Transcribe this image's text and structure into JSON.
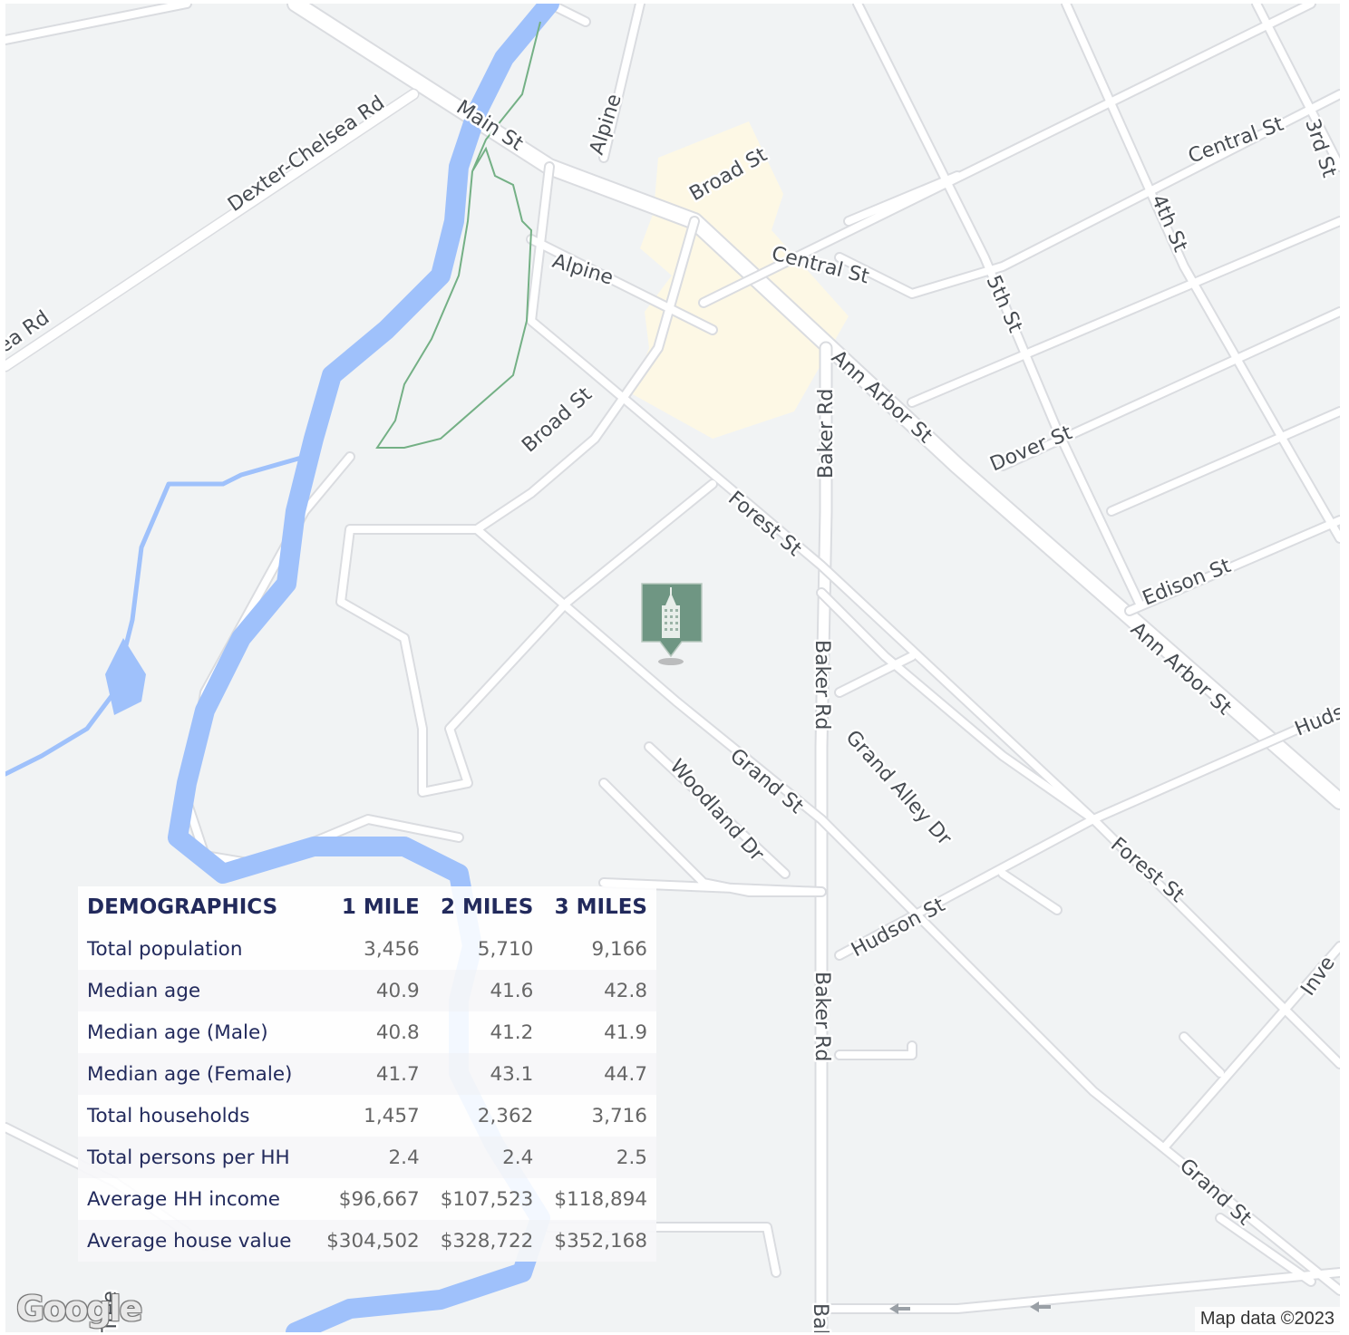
{
  "map": {
    "street_labels": {
      "dexter_chelsea_rd": "Dexter-Chelsea Rd",
      "dexter_chelsea_rd_partial": "ea Rd",
      "main_st": "Main St",
      "alpine_north": "Alpine",
      "alpine": "Alpine",
      "broad_st_north": "Broad St",
      "broad_st_south": "Broad St",
      "central_st_west": "Central St",
      "central_st_east": "Central St",
      "third_st": "3rd St",
      "fourth_st": "4th St",
      "fifth_st": "5th St",
      "ann_arbor_st_north": "Ann Arbor St",
      "ann_arbor_st_south": "Ann Arbor St",
      "baker_rd_1": "Baker Rd",
      "baker_rd_2": "Baker Rd",
      "baker_rd_3": "Baker Rd",
      "baker_rd_4": "Bal",
      "dover_st": "Dover St",
      "forest_st_north": "Forest St",
      "forest_st_south": "Forest St",
      "edison_st": "Edison St",
      "hudson_st": "Hudson St",
      "hudson_east": "Huds",
      "grand_st_north": "Grand St",
      "grand_st_south": "Grand St",
      "grand_alley_dr": "Grand Alley Dr",
      "woodland_dr": "Woodland Dr",
      "inverness": "Inve",
      "tree_partial": "Tree"
    },
    "marker_icon": "building-icon",
    "colors": {
      "land": "#f1f3f4",
      "road": "#ffffff",
      "water": "#9fc1fb",
      "trail": "#74b085",
      "downtown_area": "#fdf8e5",
      "marker": "#6f9683",
      "header_text": "#222a5c"
    }
  },
  "demographics": {
    "headers": [
      "DEMOGRAPHICS",
      "1 MILE",
      "2 MILES",
      "3 MILES"
    ],
    "rows": [
      {
        "label": "Total population",
        "values": [
          "3,456",
          "5,710",
          "9,166"
        ]
      },
      {
        "label": "Median age",
        "values": [
          "40.9",
          "41.6",
          "42.8"
        ]
      },
      {
        "label": "Median age (Male)",
        "values": [
          "40.8",
          "41.2",
          "41.9"
        ]
      },
      {
        "label": "Median age (Female)",
        "values": [
          "41.7",
          "43.1",
          "44.7"
        ]
      },
      {
        "label": "Total households",
        "values": [
          "1,457",
          "2,362",
          "3,716"
        ]
      },
      {
        "label": "Total persons per HH",
        "values": [
          "2.4",
          "2.4",
          "2.5"
        ]
      },
      {
        "label": "Average HH income",
        "values": [
          "$96,667",
          "$107,523",
          "$118,894"
        ]
      },
      {
        "label": "Average house value",
        "values": [
          "$304,502",
          "$328,722",
          "$352,168"
        ]
      }
    ]
  },
  "footer": {
    "logo": "Google",
    "attribution": "Map data ©2023"
  }
}
